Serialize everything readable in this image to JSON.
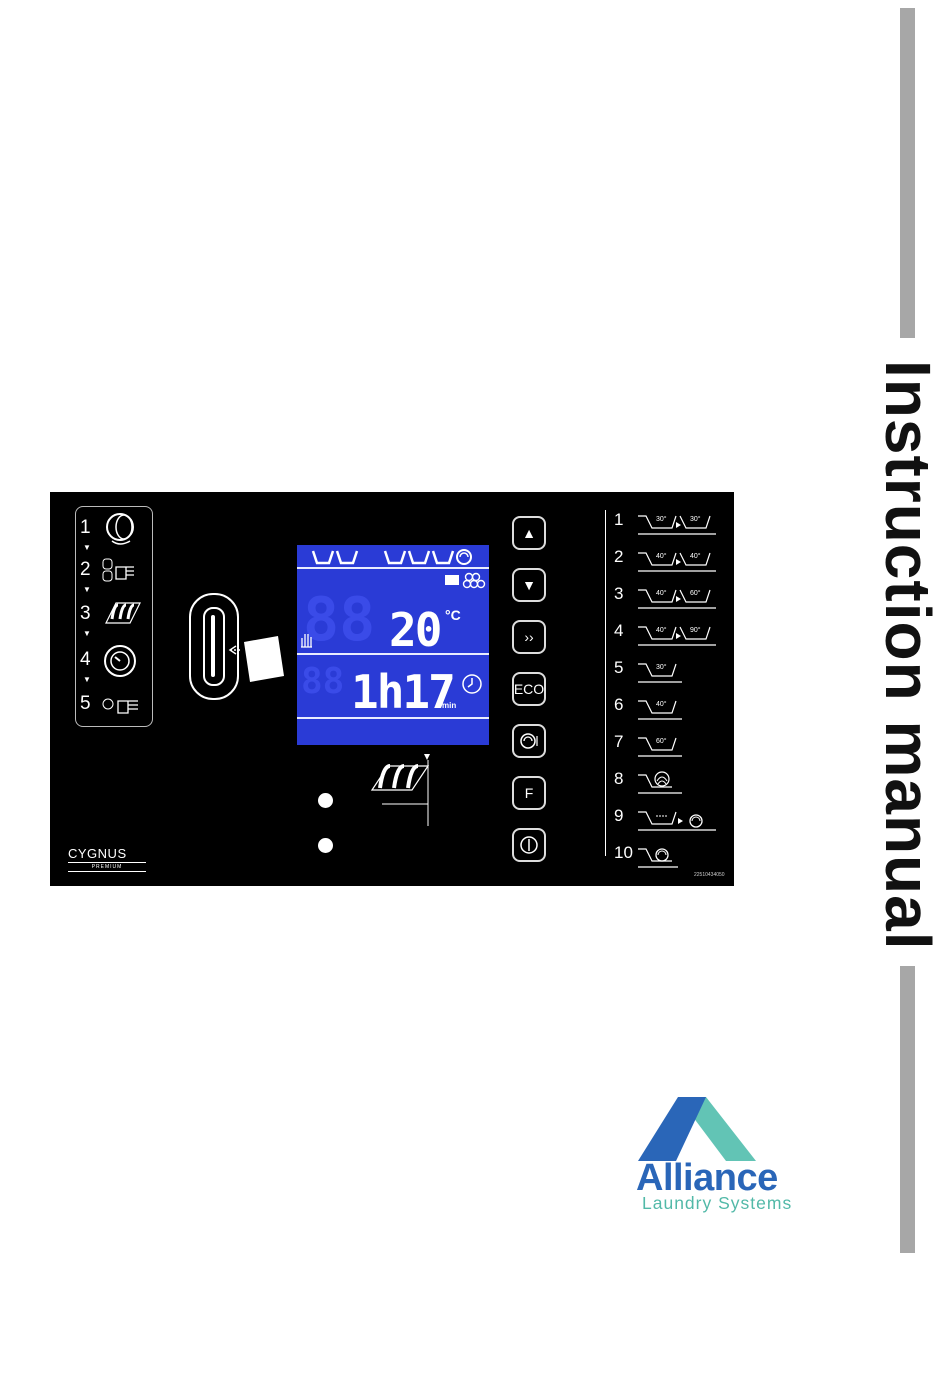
{
  "document": {
    "title": "Instruction manual"
  },
  "panel": {
    "steps": [
      "1",
      "2",
      "3",
      "4",
      "5"
    ],
    "display": {
      "temperature": "20",
      "temperature_unit": "°C",
      "time": "1h17",
      "time_unit": "min"
    },
    "buttons": {
      "up": "▲",
      "down": "▼",
      "fast_forward": "››",
      "eco": "ECO",
      "f": "F"
    },
    "programs": [
      "1",
      "2",
      "3",
      "4",
      "5",
      "6",
      "7",
      "8",
      "9",
      "10"
    ],
    "program_temps": [
      [
        "30°",
        "30°"
      ],
      [
        "40°",
        "40°"
      ],
      [
        "40°",
        "60°"
      ],
      [
        "40°",
        "90°"
      ],
      [
        "30°"
      ],
      [
        "40°"
      ],
      [
        "60°"
      ]
    ],
    "brand": "CYGNUS",
    "brand_sub": "PREMIUM",
    "code": "22510434050"
  },
  "logo": {
    "name": "Alliance",
    "subtitle": "Laundry Systems",
    "colors": {
      "blue": "#2a66b8",
      "teal": "#52b9a8"
    }
  }
}
